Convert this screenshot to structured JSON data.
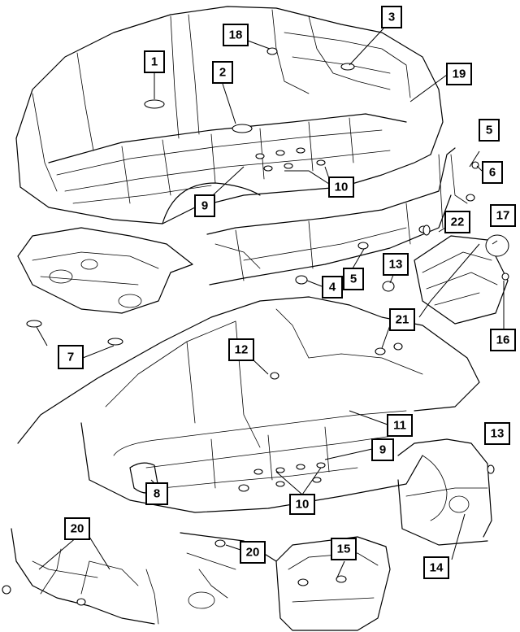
{
  "callouts": [
    {
      "id": "1",
      "label": "1"
    },
    {
      "id": "2",
      "label": "2"
    },
    {
      "id": "3",
      "label": "3"
    },
    {
      "id": "4",
      "label": "4"
    },
    {
      "id": "5a",
      "label": "5"
    },
    {
      "id": "5b",
      "label": "5"
    },
    {
      "id": "6",
      "label": "6"
    },
    {
      "id": "7",
      "label": "7"
    },
    {
      "id": "8",
      "label": "8"
    },
    {
      "id": "9a",
      "label": "9"
    },
    {
      "id": "9b",
      "label": "9"
    },
    {
      "id": "10a",
      "label": "10"
    },
    {
      "id": "10b",
      "label": "10"
    },
    {
      "id": "11",
      "label": "11"
    },
    {
      "id": "12",
      "label": "12"
    },
    {
      "id": "13a",
      "label": "13"
    },
    {
      "id": "13b",
      "label": "13"
    },
    {
      "id": "14",
      "label": "14"
    },
    {
      "id": "15",
      "label": "15"
    },
    {
      "id": "16",
      "label": "16"
    },
    {
      "id": "17",
      "label": "17"
    },
    {
      "id": "18",
      "label": "18"
    },
    {
      "id": "19",
      "label": "19"
    },
    {
      "id": "20a",
      "label": "20"
    },
    {
      "id": "20b",
      "label": "20"
    },
    {
      "id": "21",
      "label": "21"
    },
    {
      "id": "22",
      "label": "22"
    }
  ]
}
